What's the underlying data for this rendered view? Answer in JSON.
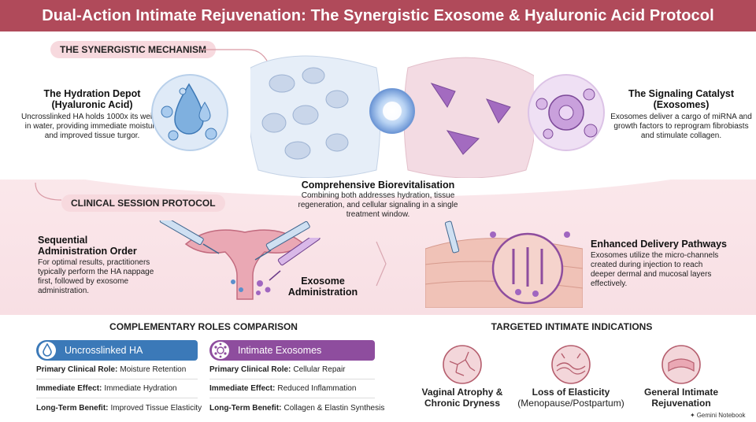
{
  "header": {
    "title": "Dual-Action Intimate Rejuvenation: The Synergistic Exosome & Hyaluronic Acid Protocol"
  },
  "mechanism": {
    "pill": "THE SYNERGISTIC MECHANISM",
    "hydration": {
      "title_line1": "The Hydration Depot",
      "title_line2": "(Hyaluronic Acid)",
      "body": "Uncrosslinked HA holds 1000x its weight in water, providing immediate moisture and improved tissue turgor."
    },
    "signaling": {
      "title_line1": "The Signaling Catalyst",
      "title_line2": "(Exosomes)",
      "body": "Exosomes deliver a cargo of miRNA and growth factors to reprogram fibrobiasts and stimulate collagen."
    },
    "biorevitalisation": {
      "title": "Comprehensive Biorevitalisation",
      "body": "Combining both addresses hydration, tissue regeneration, and cellular signaling in a single treatment window."
    }
  },
  "protocol": {
    "pill": "CLINICAL SESSION PROTOCOL",
    "sequential": {
      "title_line1": "Sequential",
      "title_line2": "Administration Order",
      "body": "For optimal results, practitioners typically perform the HA nappage first, followed by exosome administration."
    },
    "exosome_label_line1": "Exosome",
    "exosome_label_line2": "Administration",
    "delivery": {
      "title": "Enhanced Delivery Pathways",
      "body": "Exosomes utilize the micro-channels created during injection to reach deeper dermal and mucosal layers effectively."
    }
  },
  "comparison": {
    "title": "COMPLEMENTARY ROLES COMPARISON",
    "ha": {
      "head": "Uncrosslinked HA",
      "color": "#3b79b8",
      "rows": [
        {
          "label": "Primary Clinical Role:",
          "value": "Moisture Retention"
        },
        {
          "label": "Immediate Effect:",
          "value": "Immediate Hydration"
        },
        {
          "label": "Long-Term Benefit:",
          "value": "Improved Tissue Elasticity"
        }
      ]
    },
    "exo": {
      "head": "Intimate Exosomes",
      "color": "#8e4d9e",
      "rows": [
        {
          "label": "Primary Clinical Role:",
          "value": "Cellular Repair"
        },
        {
          "label": "Immediate Effect:",
          "value": "Reduced Inflammation"
        },
        {
          "label": "Long-Term Benefit:",
          "value": "Collagen & Elastin Synthesis"
        }
      ]
    }
  },
  "indications": {
    "title": "TARGETED INTIMATE INDICATIONS",
    "items": [
      {
        "line1": "Vaginal Atrophy &",
        "line2": "Chronic Dryness"
      },
      {
        "line1": "Loss of Elasticity",
        "line2": "(Menopause/Postpartum)"
      },
      {
        "line1": "General Intimate",
        "line2": "Rejuvenation"
      }
    ]
  },
  "brand": {
    "label": "Gemini Notebook"
  },
  "colors": {
    "header": "#b04a5a",
    "pill": "#f7d9de",
    "ha_blue": "#3b79b8",
    "exo_purple": "#8e4d9e"
  }
}
